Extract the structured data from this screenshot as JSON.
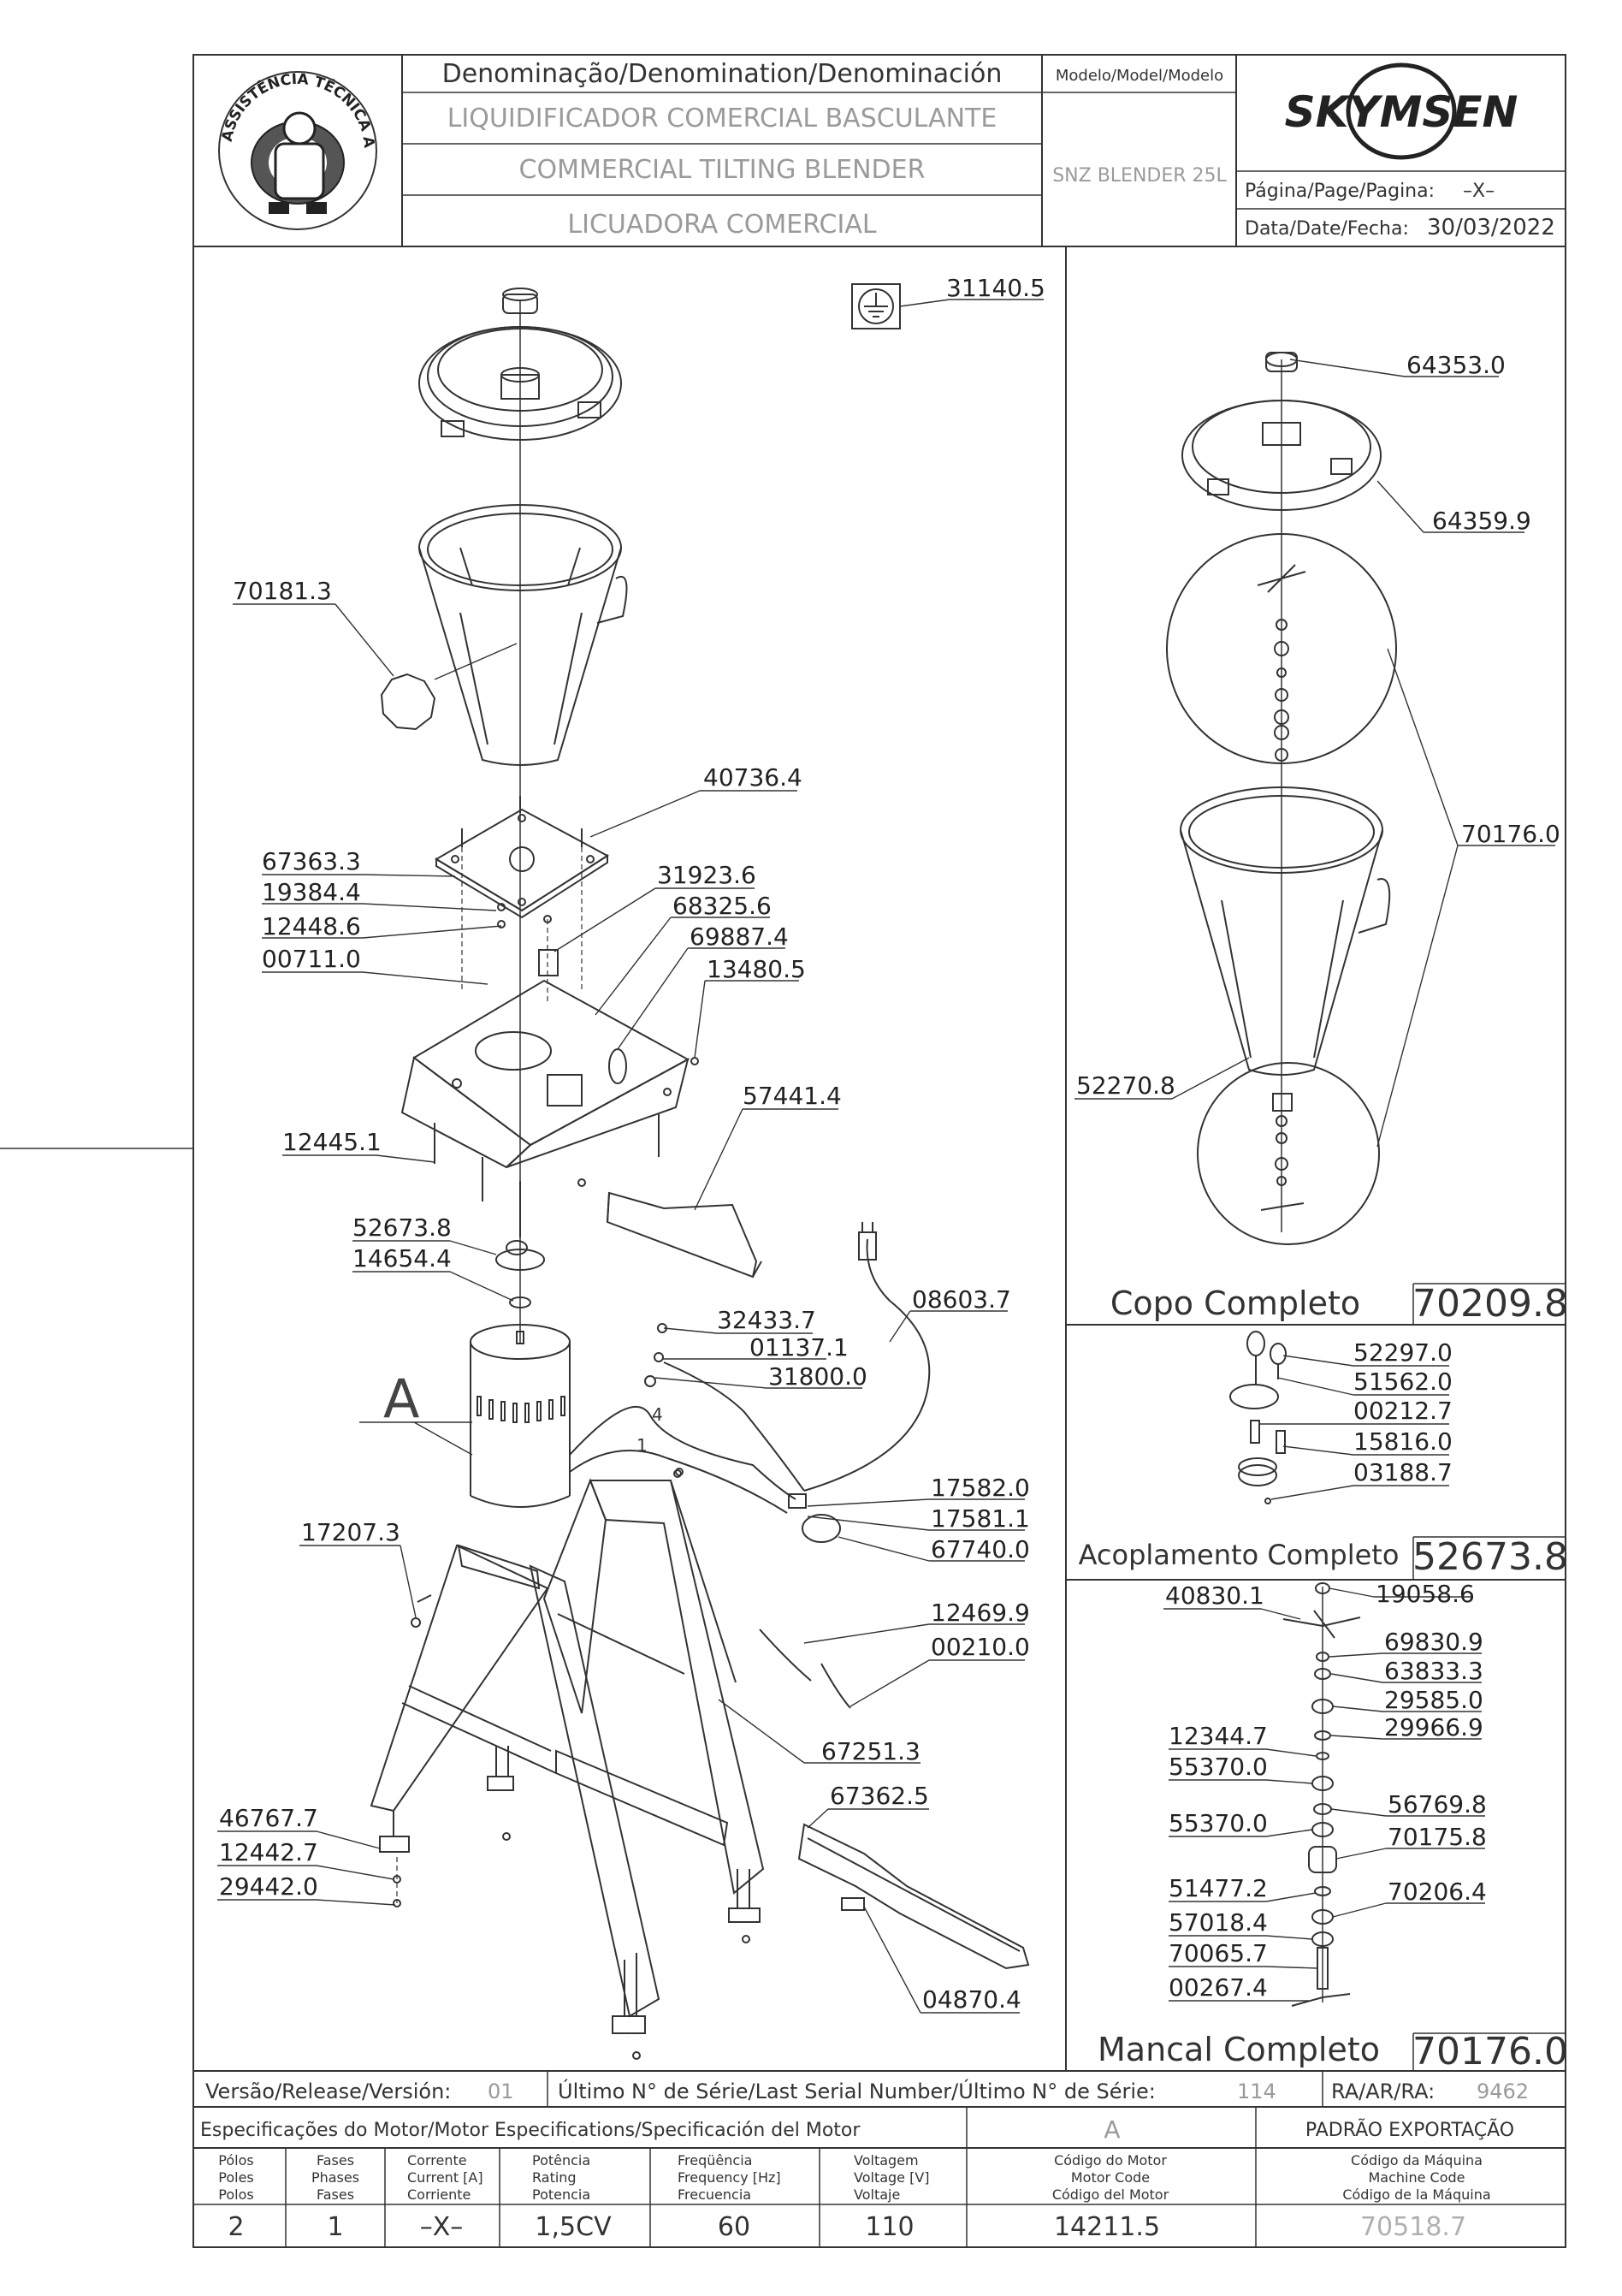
{
  "header": {
    "denomination_label": "Denominação/Denomination/Denominación",
    "name_pt": "LIQUIDIFICADOR COMERCIAL BASCULANTE",
    "name_en": "COMMERCIAL TILTING BLENDER",
    "name_es": "LICUADORA COMERCIAL",
    "model_label": "Modelo/Model/Modelo",
    "model_value": "SNZ BLENDER 25L",
    "brand": "SKYMSEN",
    "page_label": "Página/Page/Pagina:",
    "page_value": "–X–",
    "date_label": "Data/Date/Fecha:",
    "date_value": "30/03/2022",
    "seal_top": "ASSISTÊNCIA TÉCNICA AUTORIZADA"
  },
  "main_parts": [
    {
      "code": "31140.5"
    },
    {
      "code": "70181.3"
    },
    {
      "code": "40736.4"
    },
    {
      "code": "67363.3"
    },
    {
      "code": "19384.4"
    },
    {
      "code": "12448.6"
    },
    {
      "code": "00711.0"
    },
    {
      "code": "31923.6"
    },
    {
      "code": "68325.6"
    },
    {
      "code": "69887.4"
    },
    {
      "code": "13480.5"
    },
    {
      "code": "57441.4"
    },
    {
      "code": "12445.1"
    },
    {
      "code": "52673.8"
    },
    {
      "code": "14654.4"
    },
    {
      "code": "32433.7"
    },
    {
      "code": "01137.1"
    },
    {
      "code": "31800.0"
    },
    {
      "code": "08603.7"
    },
    {
      "code": "17582.0"
    },
    {
      "code": "17581.1"
    },
    {
      "code": "67740.0"
    },
    {
      "code": "17207.3"
    },
    {
      "code": "12469.9"
    },
    {
      "code": "00210.0"
    },
    {
      "code": "67251.3"
    },
    {
      "code": "67362.5"
    },
    {
      "code": "46767.7"
    },
    {
      "code": "12442.7"
    },
    {
      "code": "29442.0"
    },
    {
      "code": "04870.4"
    }
  ],
  "motor_letter": "A",
  "wire_labels": [
    "4",
    "1"
  ],
  "copo": {
    "title": "Copo Completo",
    "code": "70209.8",
    "parts": [
      {
        "code": "64353.0"
      },
      {
        "code": "64359.9"
      },
      {
        "code": "70176.0"
      },
      {
        "code": "52270.8"
      }
    ]
  },
  "acoplamento": {
    "title": "Acoplamento Completo",
    "code": "52673.8",
    "parts": [
      {
        "code": "52297.0"
      },
      {
        "code": "51562.0"
      },
      {
        "code": "00212.7"
      },
      {
        "code": "15816.0"
      },
      {
        "code": "03188.7"
      }
    ]
  },
  "mancal": {
    "title": "Mancal Completo",
    "code": "70176.0",
    "parts": [
      {
        "code": "40830.1"
      },
      {
        "code": "19058.6"
      },
      {
        "code": "69830.9"
      },
      {
        "code": "63833.3"
      },
      {
        "code": "29585.0"
      },
      {
        "code": "12344.7"
      },
      {
        "code": "29966.9"
      },
      {
        "code": "55370.0"
      },
      {
        "code": "56769.8"
      },
      {
        "code": "55370.0"
      },
      {
        "code": "70175.8"
      },
      {
        "code": "51477.2"
      },
      {
        "code": "70206.4"
      },
      {
        "code": "57018.4"
      },
      {
        "code": "70065.7"
      },
      {
        "code": "00267.4"
      }
    ]
  },
  "footer": {
    "version_label": "Versão/Release/Versión:",
    "version_value": "01",
    "serial_label": "Último N° de Série/Last Serial Number/Último N° de Série:",
    "serial_value": "114",
    "ra_label": "RA/AR/RA:",
    "ra_value": "9462",
    "spec_label": "Especificações do Motor/Motor Especifications/Specificación del Motor",
    "spec_letter": "A",
    "export_label": "PADRÃO EXPORTAÇÃO",
    "columns": [
      {
        "l1": "Pólos",
        "l2": "Poles",
        "l3": "Polos",
        "value": "2"
      },
      {
        "l1": "Fases",
        "l2": "Phases",
        "l3": "Fases",
        "value": "1"
      },
      {
        "l1": "Corrente",
        "l2": "Current [A]",
        "l3": "Corriente",
        "value": "–X–"
      },
      {
        "l1": "Potência",
        "l2": "Rating",
        "l3": "Potencia",
        "value": "1,5CV"
      },
      {
        "l1": "Freqüência",
        "l2": "Frequency [Hz]",
        "l3": "Frecuencia",
        "value": "60"
      },
      {
        "l1": "Voltagem",
        "l2": "Voltage [V]",
        "l3": "Voltaje",
        "value": "110"
      },
      {
        "l1": "Código do Motor",
        "l2": "Motor Code",
        "l3": "Código del Motor",
        "value": "14211.5"
      },
      {
        "l1": "Código da Máquina",
        "l2": "Machine Code",
        "l3": "Código de la Máquina",
        "value": "70518.7"
      }
    ]
  }
}
